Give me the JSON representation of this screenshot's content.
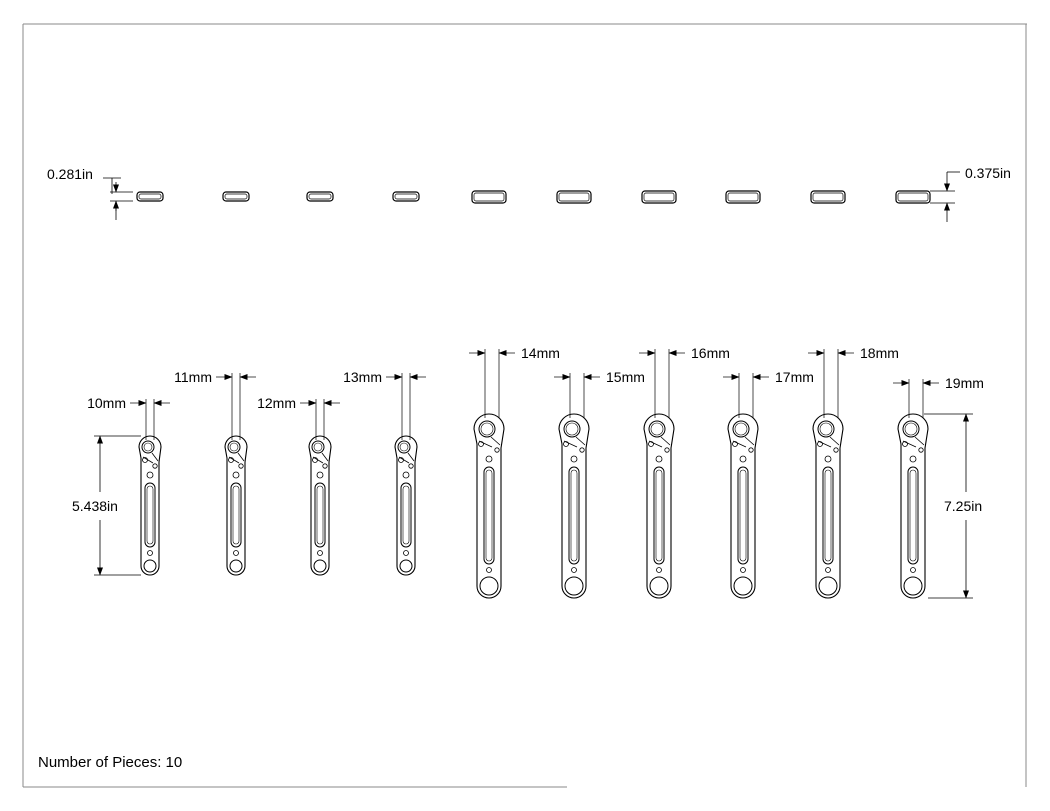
{
  "drawing": {
    "footer": {
      "label": "Number of Pieces: 10"
    },
    "thickness": {
      "left": "0.281in",
      "right": "0.375in"
    },
    "lengths": {
      "short": "5.438in",
      "long": "7.25in"
    },
    "wrenches": [
      {
        "size": "10mm",
        "type": "short"
      },
      {
        "size": "11mm",
        "type": "short"
      },
      {
        "size": "12mm",
        "type": "short"
      },
      {
        "size": "13mm",
        "type": "short"
      },
      {
        "size": "14mm",
        "type": "long"
      },
      {
        "size": "15mm",
        "type": "long"
      },
      {
        "size": "16mm",
        "type": "long"
      },
      {
        "size": "17mm",
        "type": "long"
      },
      {
        "size": "18mm",
        "type": "long"
      },
      {
        "size": "19mm",
        "type": "long"
      }
    ]
  }
}
